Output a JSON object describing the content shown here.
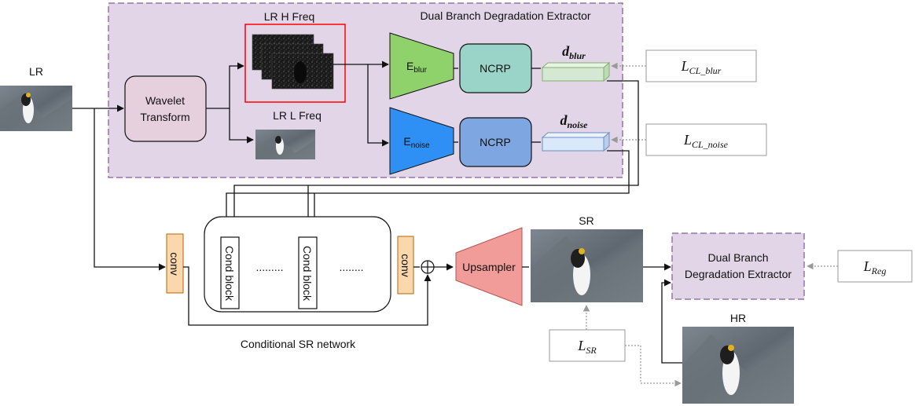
{
  "extractor": {
    "title": "Dual Branch Degradation Extractor",
    "wavelet_line1": "Wavelet",
    "wavelet_line2": "Transform",
    "high_freq_label": "LR H Freq",
    "low_freq_label": "LR L Freq",
    "encoder_blur": {
      "main": "E",
      "sub": "blur"
    },
    "encoder_noise": {
      "main": "E",
      "sub": "noise"
    },
    "ncrp_top": "NCRP",
    "ncrp_bottom": "NCRP",
    "d_blur": {
      "main": "d",
      "sub": "blur"
    },
    "d_noise": {
      "main": "d",
      "sub": "noise"
    }
  },
  "losses": {
    "cl_blur": {
      "main": "L",
      "sub": "CL_blur"
    },
    "cl_noise": {
      "main": "L",
      "sub": "CL_noise"
    },
    "sr": {
      "main": "L",
      "sub": "SR"
    },
    "reg": {
      "main": "L",
      "sub": "Reg"
    }
  },
  "images": {
    "lr": "LR",
    "sr": "SR",
    "hr": "HR"
  },
  "network": {
    "caption": "Conditional SR network",
    "conv_in": "conv",
    "conv_out": "conv",
    "cond_block_1": "Cond block",
    "cond_block_2": "Cond block",
    "dots_1": ".........",
    "dots_2": "........",
    "plus": "+",
    "upsampler": "Upsampler"
  },
  "extractor_copy": {
    "line1": "Dual Branch",
    "line2": "Degradation Extractor"
  },
  "colors": {
    "extractor_fill": "#e1d5e7",
    "extractor_border": "#9673a6",
    "wavelet_fill": "#e6d0de",
    "encoder_blur": "#8fd16a",
    "encoder_noise": "#2e8ff5",
    "ncrp_top": "#9ad4c8",
    "ncrp_bottom": "#7ea6e0",
    "d_blur": "#d5e8d4",
    "d_noise": "#dae8fc",
    "conv": "#fad7ac",
    "upsampler": "#f19c99",
    "highlight_box": "#ff0000"
  }
}
